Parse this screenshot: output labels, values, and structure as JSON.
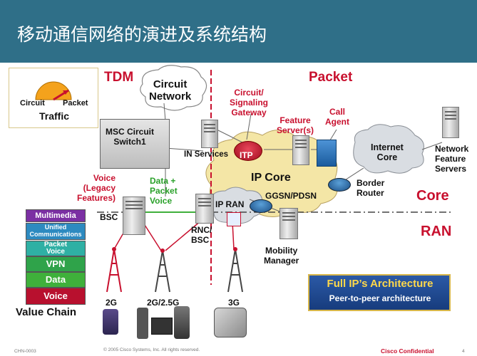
{
  "slide": {
    "title": "移动通信网络的演进及系统结构",
    "footer_left": "CHN-0003",
    "copyright": "© 2005 Cisco Systems, Inc. All rights reserved.",
    "confidential": "Cisco Confidential",
    "page": "4"
  },
  "traffic_box": {
    "left": "Circuit",
    "right": "Packet",
    "caption": "Traffic"
  },
  "zones": {
    "tdm": "TDM",
    "packet": "Packet",
    "core": "Core",
    "ran": "RAN"
  },
  "nodes": {
    "circuit_network": "Circuit\nNetwork",
    "msc": "MSC Circuit\nSwitch1",
    "in_services": "IN Services",
    "itp": "ITP",
    "signaling_gateway": "Circuit/\nSignaling\nGateway",
    "feature_server": "Feature\nServer(s)",
    "call_agent": "Call\nAgent",
    "internet_core": "Internet\nCore",
    "network_feature_servers": "Network\nFeature\nServers",
    "ip_core": "IP Core",
    "ggsn": "GGSN/PDSN",
    "border_router": "Border\nRouter",
    "ip_ran": "IP RAN",
    "bsc": "BSC",
    "rnc": "RNC/\nBSC",
    "mobility_manager": "Mobility\nManager",
    "voice_legacy": "Voice\n(Legacy\nFeatures)",
    "data_packet": "Data +\nPacket\nVoice"
  },
  "generations": [
    "2G",
    "2G/2.5G",
    "3G"
  ],
  "value_chain": {
    "items": [
      {
        "label": "Multimedia",
        "color": "#7b2fa3"
      },
      {
        "label": "Unified\nCommunications",
        "color": "#2d8ac0"
      },
      {
        "label": "Packet\nVoice",
        "color": "#2fb0a4"
      },
      {
        "label": "VPN",
        "color": "#2fa34a"
      },
      {
        "label": "Data",
        "color": "#3fb03b"
      },
      {
        "label": "Voice",
        "color": "#b8102e"
      }
    ],
    "caption": "Value Chain"
  },
  "architecture_box": {
    "title": "Full IP’s Architecture",
    "subtitle": "Peer-to-peer architecture"
  },
  "colors": {
    "header": "#2f6f88",
    "accent_red": "#c8102e",
    "green": "#2aa12a",
    "cloud": "#f4e6a6",
    "cloud_grey": "#d9dde2"
  }
}
